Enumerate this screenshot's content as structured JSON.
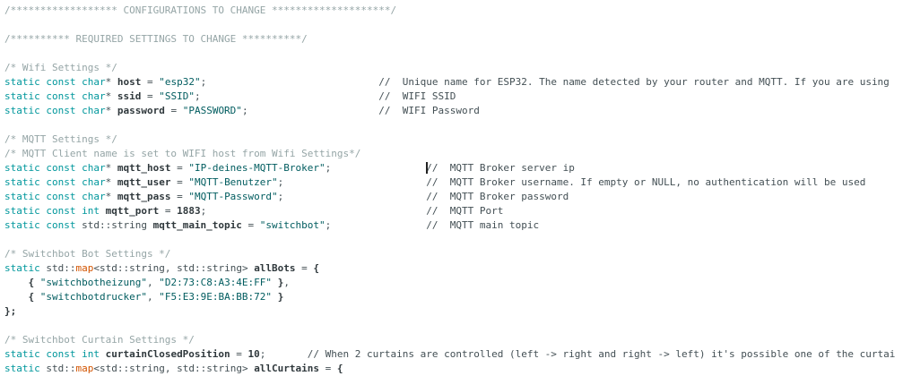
{
  "app": {
    "title": "code-editor-viewport"
  },
  "colors": {
    "background": "#ffffff",
    "keyword": "#00979c",
    "string": "#005c5f",
    "function": "#d35400",
    "comment_block": "#95a5a6",
    "comment_line": "#434f54",
    "plain": "#434f54",
    "identifier": "#2f383c",
    "caret": "#222222"
  },
  "code": {
    "lines": [
      [
        {
          "c": "c1",
          "t": "/****************** CONFIGURATIONS TO CHANGE ********************/"
        }
      ],
      [],
      [
        {
          "c": "c1",
          "t": "/********** REQUIRED SETTINGS TO CHANGE **********/"
        }
      ],
      [],
      [
        {
          "c": "c1",
          "t": "/* Wifi Settings */"
        }
      ],
      [
        {
          "c": "k",
          "t": "static const char"
        },
        {
          "c": "p",
          "t": "* "
        },
        {
          "c": "v",
          "t": "host"
        },
        {
          "c": "p",
          "t": " = "
        },
        {
          "c": "s",
          "t": "\"esp32\""
        },
        {
          "c": "p",
          "t": ";                             "
        },
        {
          "c": "c2",
          "t": "//  Unique name for ESP32. The name detected by your router and MQTT. If you are using"
        }
      ],
      [
        {
          "c": "k",
          "t": "static const char"
        },
        {
          "c": "p",
          "t": "* "
        },
        {
          "c": "v",
          "t": "ssid"
        },
        {
          "c": "p",
          "t": " = "
        },
        {
          "c": "s",
          "t": "\"SSID\""
        },
        {
          "c": "p",
          "t": ";                              "
        },
        {
          "c": "c2",
          "t": "//  WIFI SSID"
        }
      ],
      [
        {
          "c": "k",
          "t": "static const char"
        },
        {
          "c": "p",
          "t": "* "
        },
        {
          "c": "v",
          "t": "password"
        },
        {
          "c": "p",
          "t": " = "
        },
        {
          "c": "s",
          "t": "\"PASSWORD\""
        },
        {
          "c": "p",
          "t": ";                      "
        },
        {
          "c": "c2",
          "t": "//  WIFI Password"
        }
      ],
      [],
      [
        {
          "c": "c1",
          "t": "/* MQTT Settings */"
        }
      ],
      [
        {
          "c": "c1",
          "t": "/* MQTT Client name is set to WIFI host from Wifi Settings*/"
        }
      ],
      [
        {
          "c": "k",
          "t": "static const char"
        },
        {
          "c": "p",
          "t": "* "
        },
        {
          "c": "v",
          "t": "mqtt_host"
        },
        {
          "c": "p",
          "t": " = "
        },
        {
          "c": "s",
          "t": "\"IP-deines-MQTT-Broker\""
        },
        {
          "c": "p",
          "t": ";                "
        },
        {
          "c": "caret",
          "t": ""
        },
        {
          "c": "c2",
          "t": "//  MQTT Broker server ip"
        }
      ],
      [
        {
          "c": "k",
          "t": "static const char"
        },
        {
          "c": "p",
          "t": "* "
        },
        {
          "c": "v",
          "t": "mqtt_user"
        },
        {
          "c": "p",
          "t": " = "
        },
        {
          "c": "s",
          "t": "\"MQTT-Benutzer\""
        },
        {
          "c": "p",
          "t": ";                        "
        },
        {
          "c": "c2",
          "t": "//  MQTT Broker username. If empty or NULL, no authentication will be used"
        }
      ],
      [
        {
          "c": "k",
          "t": "static const char"
        },
        {
          "c": "p",
          "t": "* "
        },
        {
          "c": "v",
          "t": "mqtt_pass"
        },
        {
          "c": "p",
          "t": " = "
        },
        {
          "c": "s",
          "t": "\"MQTT-Password\""
        },
        {
          "c": "p",
          "t": ";                        "
        },
        {
          "c": "c2",
          "t": "//  MQTT Broker password"
        }
      ],
      [
        {
          "c": "k",
          "t": "static const int"
        },
        {
          "c": "p",
          "t": " "
        },
        {
          "c": "v",
          "t": "mqtt_port"
        },
        {
          "c": "p",
          "t": " = "
        },
        {
          "c": "v",
          "t": "1883"
        },
        {
          "c": "p",
          "t": ";                                     "
        },
        {
          "c": "c2",
          "t": "//  MQTT Port"
        }
      ],
      [
        {
          "c": "k",
          "t": "static const"
        },
        {
          "c": "p",
          "t": " std::string "
        },
        {
          "c": "v",
          "t": "mqtt_main_topic"
        },
        {
          "c": "p",
          "t": " = "
        },
        {
          "c": "s",
          "t": "\"switchbot\""
        },
        {
          "c": "p",
          "t": ";                "
        },
        {
          "c": "c2",
          "t": "//  MQTT main topic"
        }
      ],
      [],
      [
        {
          "c": "c1",
          "t": "/* Switchbot Bot Settings */"
        }
      ],
      [
        {
          "c": "k",
          "t": "static"
        },
        {
          "c": "p",
          "t": " std::"
        },
        {
          "c": "f",
          "t": "map"
        },
        {
          "c": "p",
          "t": "<std::string, std::string> "
        },
        {
          "c": "v",
          "t": "allBots"
        },
        {
          "c": "p",
          "t": " = "
        },
        {
          "c": "v",
          "t": "{"
        }
      ],
      [
        {
          "c": "p",
          "t": "    "
        },
        {
          "c": "v",
          "t": "{"
        },
        {
          "c": "p",
          "t": " "
        },
        {
          "c": "s",
          "t": "\"switchbotheizung\""
        },
        {
          "c": "p",
          "t": ", "
        },
        {
          "c": "s",
          "t": "\"D2:73:C8:A3:4E:FF\""
        },
        {
          "c": "p",
          "t": " "
        },
        {
          "c": "v",
          "t": "}"
        },
        {
          "c": "p",
          "t": ","
        }
      ],
      [
        {
          "c": "p",
          "t": "    "
        },
        {
          "c": "v",
          "t": "{"
        },
        {
          "c": "p",
          "t": " "
        },
        {
          "c": "s",
          "t": "\"switchbotdrucker\""
        },
        {
          "c": "p",
          "t": ", "
        },
        {
          "c": "s",
          "t": "\"F5:E3:9E:BA:BB:72\""
        },
        {
          "c": "p",
          "t": " "
        },
        {
          "c": "v",
          "t": "}"
        }
      ],
      [
        {
          "c": "v",
          "t": "};"
        }
      ],
      [],
      [
        {
          "c": "c1",
          "t": "/* Switchbot Curtain Settings */"
        }
      ],
      [
        {
          "c": "k",
          "t": "static const int"
        },
        {
          "c": "p",
          "t": " "
        },
        {
          "c": "v",
          "t": "curtainClosedPosition"
        },
        {
          "c": "p",
          "t": " = "
        },
        {
          "c": "v",
          "t": "10"
        },
        {
          "c": "p",
          "t": ";       "
        },
        {
          "c": "c2",
          "t": "// When 2 curtains are controlled (left -> right and right -> left) it's possible one of the curtai"
        }
      ],
      [
        {
          "c": "k",
          "t": "static"
        },
        {
          "c": "p",
          "t": " std::"
        },
        {
          "c": "f",
          "t": "map"
        },
        {
          "c": "p",
          "t": "<std::string, std::string> "
        },
        {
          "c": "v",
          "t": "allCurtains"
        },
        {
          "c": "p",
          "t": " = "
        },
        {
          "c": "v",
          "t": "{"
        }
      ]
    ]
  }
}
